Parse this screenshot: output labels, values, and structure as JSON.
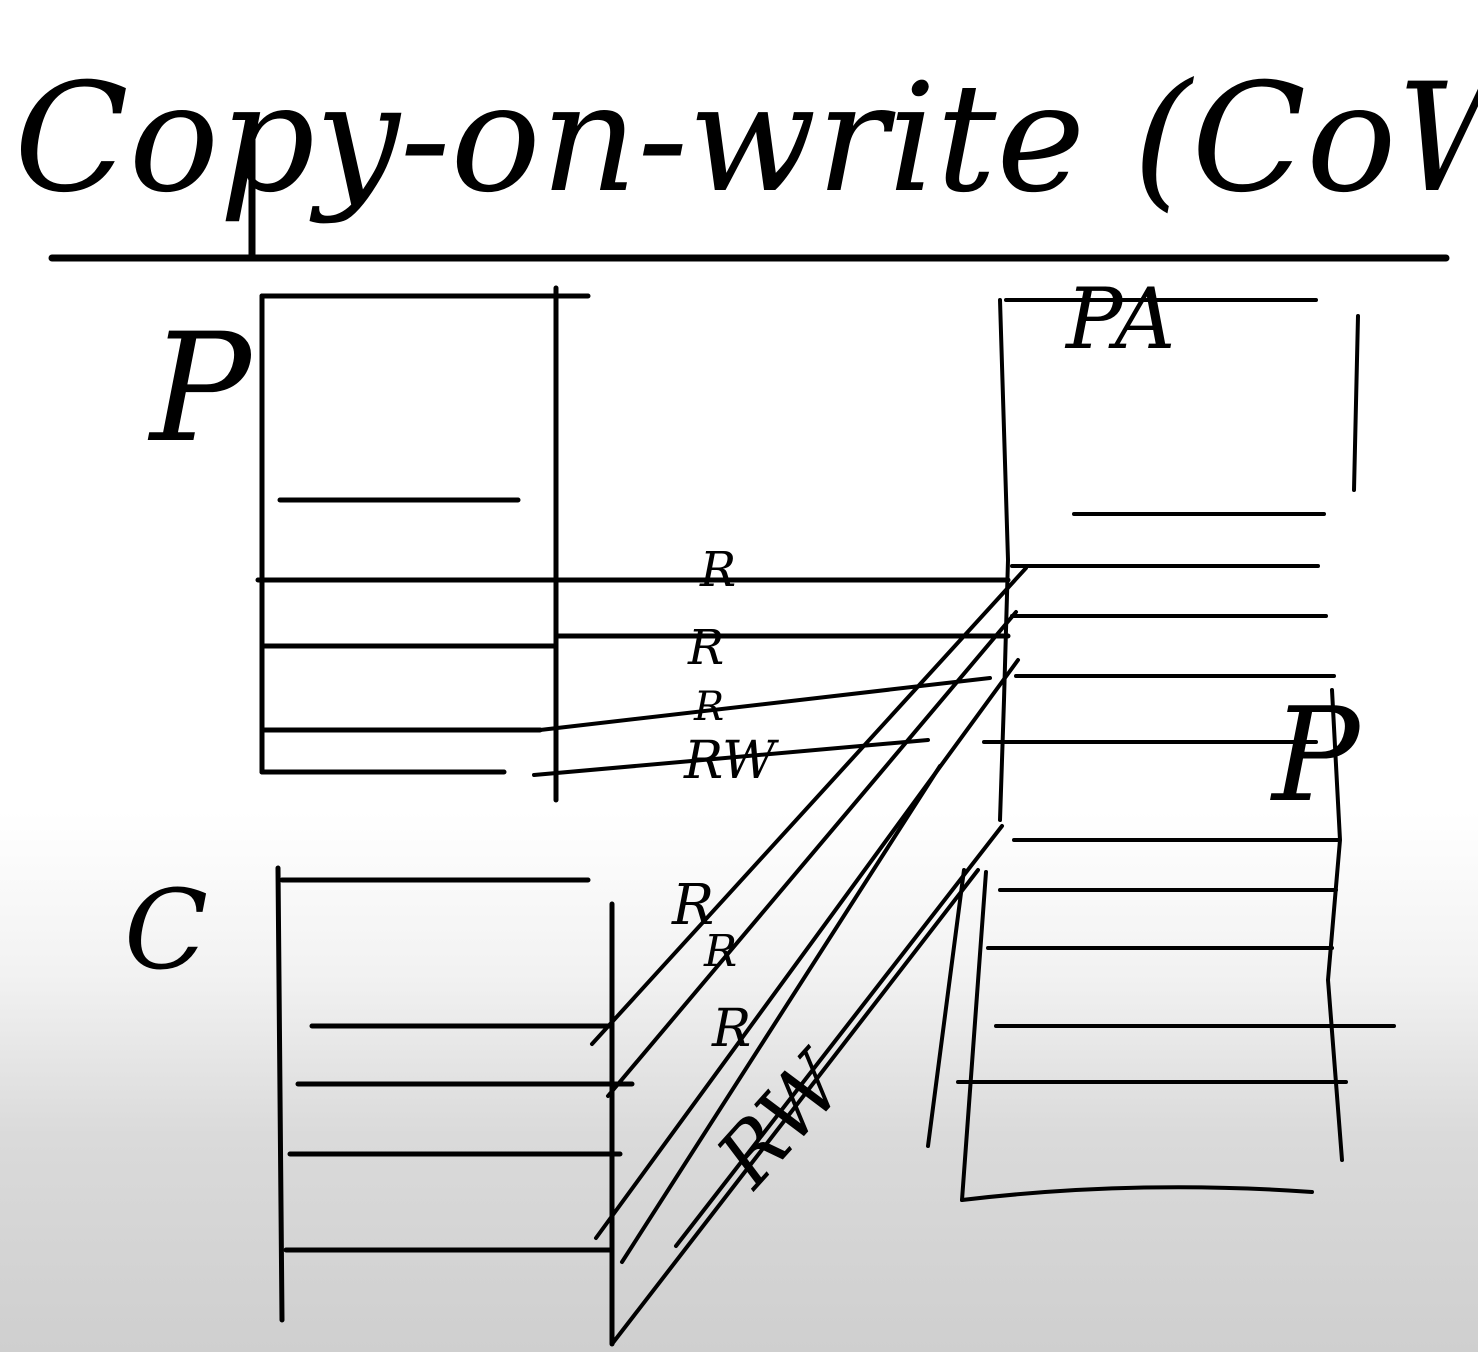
{
  "title": "Copy-on-write (CoW) fork.",
  "labels": {
    "parent": "P",
    "child": "C",
    "physical_address": "PA",
    "physical_page_marker": "P"
  },
  "permissions": {
    "parent_top": "R",
    "parent_second": "R",
    "parent_third": "R",
    "parent_fourth": "RW",
    "child_first_a": "R",
    "child_first_b": "R",
    "child_second": "R",
    "child_third": "RW"
  },
  "colors": {
    "ink": "#000000",
    "paper": "#ffffff",
    "shadow": "#cfcfcf"
  }
}
